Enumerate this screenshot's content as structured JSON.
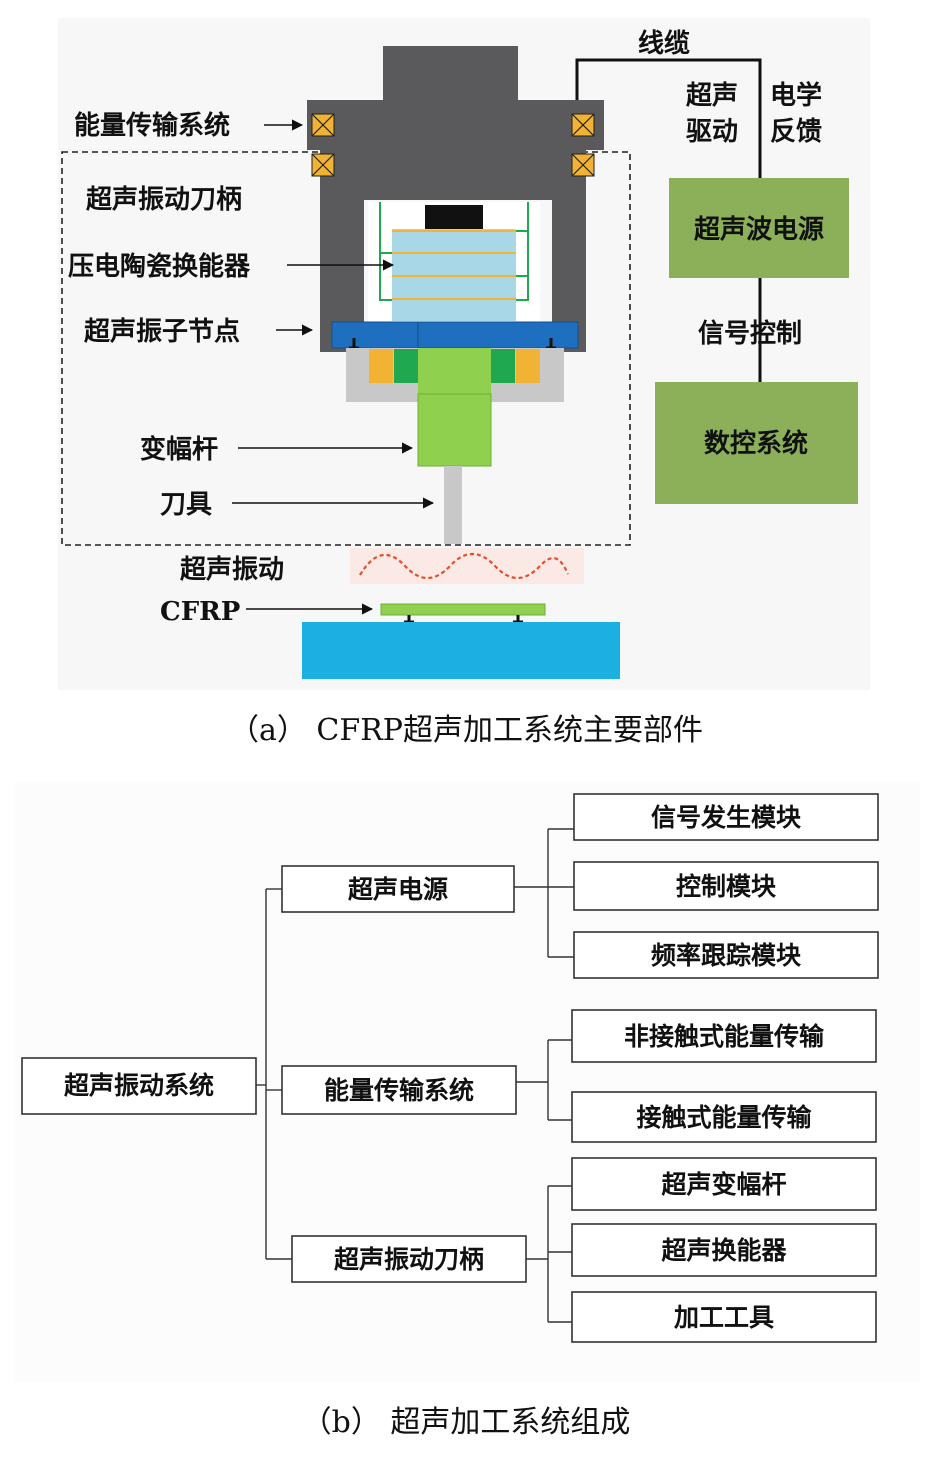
{
  "figure_a": {
    "labels": {
      "energy_transfer": "能量传输系统",
      "toolholder": "超声振动刀柄",
      "piezo": "压电陶瓷换能器",
      "node": "超声振子节点",
      "horn": "变幅杆",
      "tool": "刀具",
      "vibration": "超声振动",
      "cfrp": "CFRP",
      "cable": "线缆",
      "drive_1": "超声",
      "drive_2": "驱动",
      "feedback_1": "电学",
      "feedback_2": "反馈",
      "power_supply": "超声波电源",
      "signal_control": "信号控制",
      "cnc": "数控系统"
    },
    "caption": "（a）  CFRP超声加工系统主要部件"
  },
  "figure_b": {
    "root": "超声振动系统",
    "branches": [
      {
        "label": "超声电源",
        "children": [
          "信号发生模块",
          "控制模块",
          "频率跟踪模块"
        ]
      },
      {
        "label": "能量传输系统",
        "children": [
          "非接触式能量传输",
          "接触式能量传输"
        ]
      },
      {
        "label": "超声振动刀柄",
        "children": [
          "超声变幅杆",
          "超声换能器",
          "加工工具"
        ]
      }
    ],
    "caption": "（b）  超声加工系统组成"
  },
  "colors": {
    "housing_gray": "#5a5a5c",
    "light_gray": "#c8c8c8",
    "coil_orange": "#f2b233",
    "piezo_blue": "#a8d8e8",
    "node_blue": "#1f6fc0",
    "green_light": "#8fd14f",
    "green_dark": "#1fa84f",
    "box_green": "#8cb05a",
    "table_blue": "#1bb0e0",
    "wave_red": "#e0502a",
    "bg_light": "#f7f7f7"
  }
}
